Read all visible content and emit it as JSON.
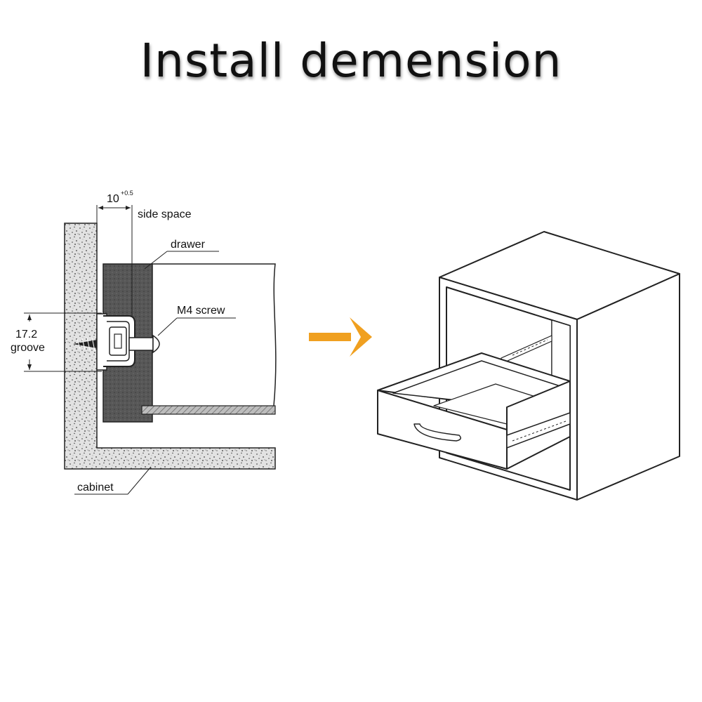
{
  "title": "Install demension",
  "labels": {
    "side_space_value": "10",
    "side_space_tolerance": "+0.5",
    "side_space": "side space",
    "drawer": "drawer",
    "screw": "M4 screw",
    "groove_value": "17.2",
    "groove": "groove",
    "cabinet": "cabinet"
  },
  "colors": {
    "arrow": "#f0a020",
    "stroke": "#222222",
    "panel_fill": "#555555",
    "speckle_fill": "#d9d9d9"
  }
}
